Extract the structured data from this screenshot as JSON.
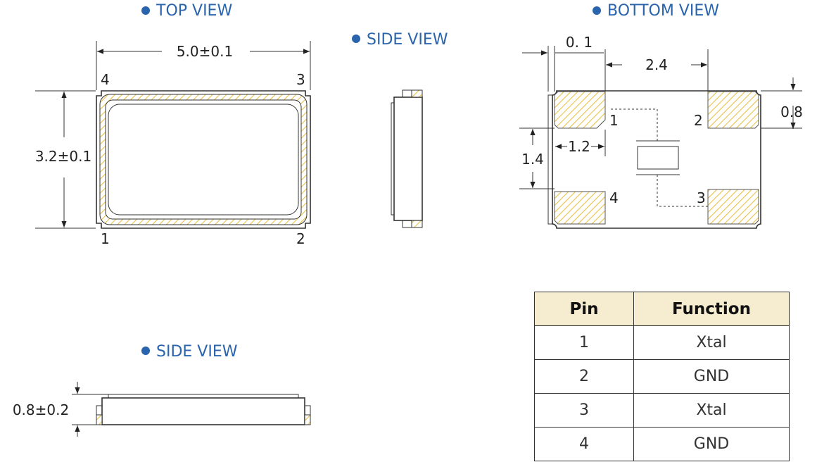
{
  "views": {
    "top": "TOP  VIEW",
    "side_right": "SIDE  VIEW",
    "bottom": "BOTTOM  VIEW",
    "side_lower": "SIDE  VIEW"
  },
  "top_view": {
    "width_dim": "5.0±0.1",
    "height_dim": "3.2±0.1",
    "pins": {
      "p1": "1",
      "p2": "2",
      "p3": "3",
      "p4": "4"
    }
  },
  "bottom_view": {
    "dim_edge": "0. 1",
    "dim_pitch_x": "2.4",
    "dim_pad_h": "0.8",
    "dim_pitch_y": "1.4",
    "dim_pad_w": "1.2",
    "pins": {
      "p1": "1",
      "p2": "2",
      "p3": "3",
      "p4": "4"
    }
  },
  "side_view": {
    "height_dim": "0.8±0.2"
  },
  "pin_table": {
    "headers": [
      "Pin",
      "Function"
    ],
    "rows": [
      [
        "1",
        "Xtal"
      ],
      [
        "2",
        "GND"
      ],
      [
        "3",
        "Xtal"
      ],
      [
        "4",
        "GND"
      ]
    ]
  },
  "colors": {
    "title_blue": "#2a64ad",
    "pad_hatch": "#e8c24a",
    "table_header_bg": "#f6ecd0"
  }
}
